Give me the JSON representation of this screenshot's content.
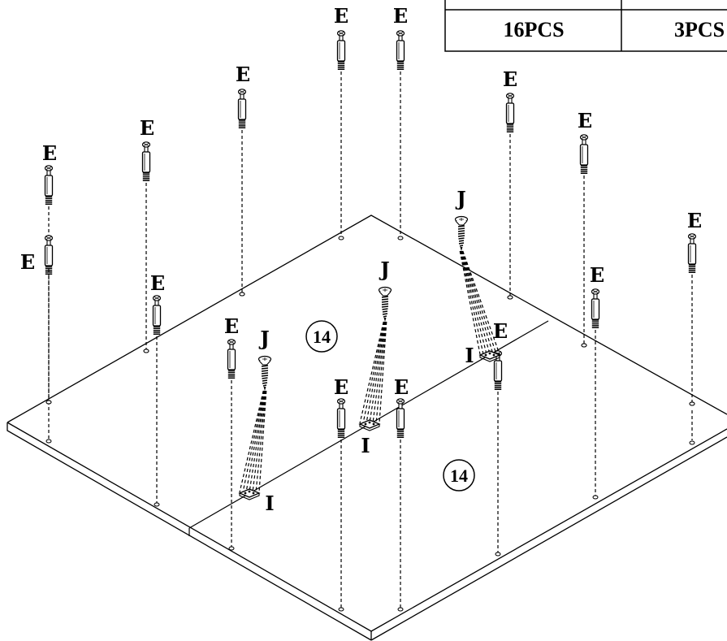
{
  "parts_table": {
    "qty_e": "16PCS",
    "qty_i": "3PCS"
  },
  "labels": {
    "cam_bolt": "E",
    "connector_plate": "I",
    "screw": "J"
  },
  "panel_numbers": {
    "left": "14",
    "right": "14"
  }
}
